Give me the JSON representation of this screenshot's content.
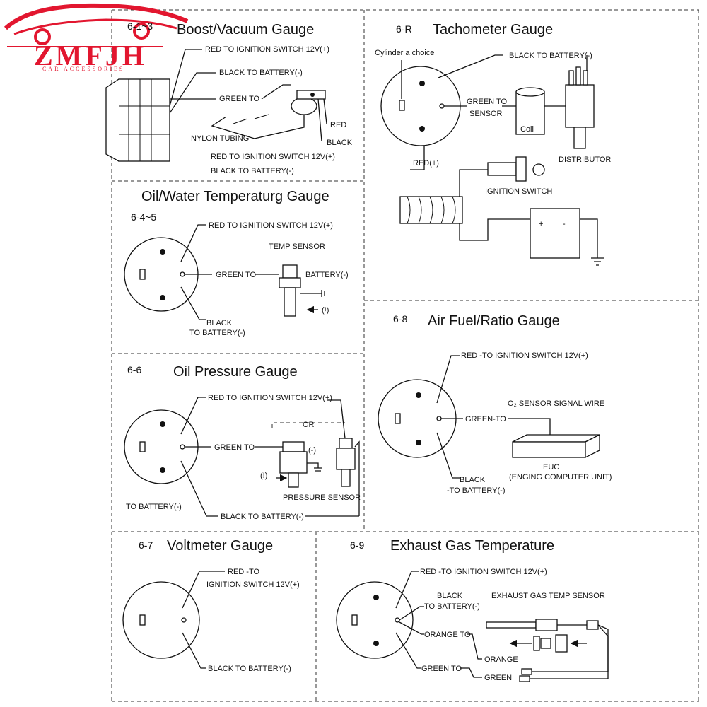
{
  "brand": {
    "name": "ZMFJH",
    "tagline": "CAR ACCESSORIES",
    "color": "#e2162f"
  },
  "boost": {
    "code": "6-1~3",
    "title": "Boost/Vacuum Gauge",
    "red": "RED   TO IGNITION SWITCH 12V(+)",
    "black": "BLACK   TO BATTERY(-)",
    "green": "GREEN TO",
    "red_short": "RED",
    "black_short": "BLACK",
    "tubing": "NYLON TUBING",
    "red2": "RED   TO IGNITION SWITCH 12V(+)",
    "black2": "BLACK   TO BATTERY(-)"
  },
  "tacho": {
    "code": "6-R",
    "title": "Tachometer Gauge",
    "cylinder": "Cylinder a choice",
    "black": "BLACK  TO BATTERY(-)",
    "green1": "GREEN TO",
    "green2": "SENSOR",
    "coil": "Coil",
    "distributor": "DISTRIBUTOR",
    "red": "RED(+)",
    "ignition": "IGNITION SWITCH"
  },
  "oilwater": {
    "code": "6-4~5",
    "title": "Oil/Water Temperaturg Gauge",
    "red": "RED TO IGNITION SWITCH 12V(+)",
    "sensor": "TEMP SENSOR",
    "green": "GREEN TO",
    "battery": "BATTERY(-)",
    "note": "(!)",
    "black1": "BLACK",
    "black2": "TO BATTERY(-)"
  },
  "afr": {
    "code": "6-8",
    "title": "Air Fuel/Ratio Gauge",
    "red": "RED -TO IGNITION SWITCH 12V(+)",
    "green": "GREEN-TO",
    "o2": "O₂  SENSOR SIGNAL WIRE",
    "euc1": "EUC",
    "euc2": "(ENGING COMPUTER UNIT)",
    "black1": "BLACK",
    "black2": "-TO BATTERY(-)"
  },
  "oilpress": {
    "code": "6-6",
    "title": "Oil Pressure Gauge",
    "red": "RED TO IGNITION SWITCH 12V(+)",
    "or": "OR",
    "green": "GREEN TO",
    "minus": "(-)",
    "note": "(!)",
    "sensor": "PRESSURE SENSOR",
    "battery": "TO BATTERY(-)",
    "black": "BLACK TO BATTERY(-)"
  },
  "volt": {
    "code": "6-7",
    "title": "Voltmeter Gauge",
    "red1": "RED -TO",
    "red2": "IGNITION SWITCH 12V(+)",
    "black": "BLACK  TO BATTERY(-)"
  },
  "egt": {
    "code": "6-9",
    "title": "Exhaust Gas Temperature",
    "red": "RED -TO IGNITION SWITCH 12V(+)",
    "black1": "BLACK",
    "black2": "TO BATTERY(-)",
    "sensor": "EXHAUST GAS TEMP SENSOR",
    "orange_to": "ORANGE TO",
    "orange": "ORANGE",
    "green_to": "GREEN TO",
    "green": "GREEN"
  }
}
